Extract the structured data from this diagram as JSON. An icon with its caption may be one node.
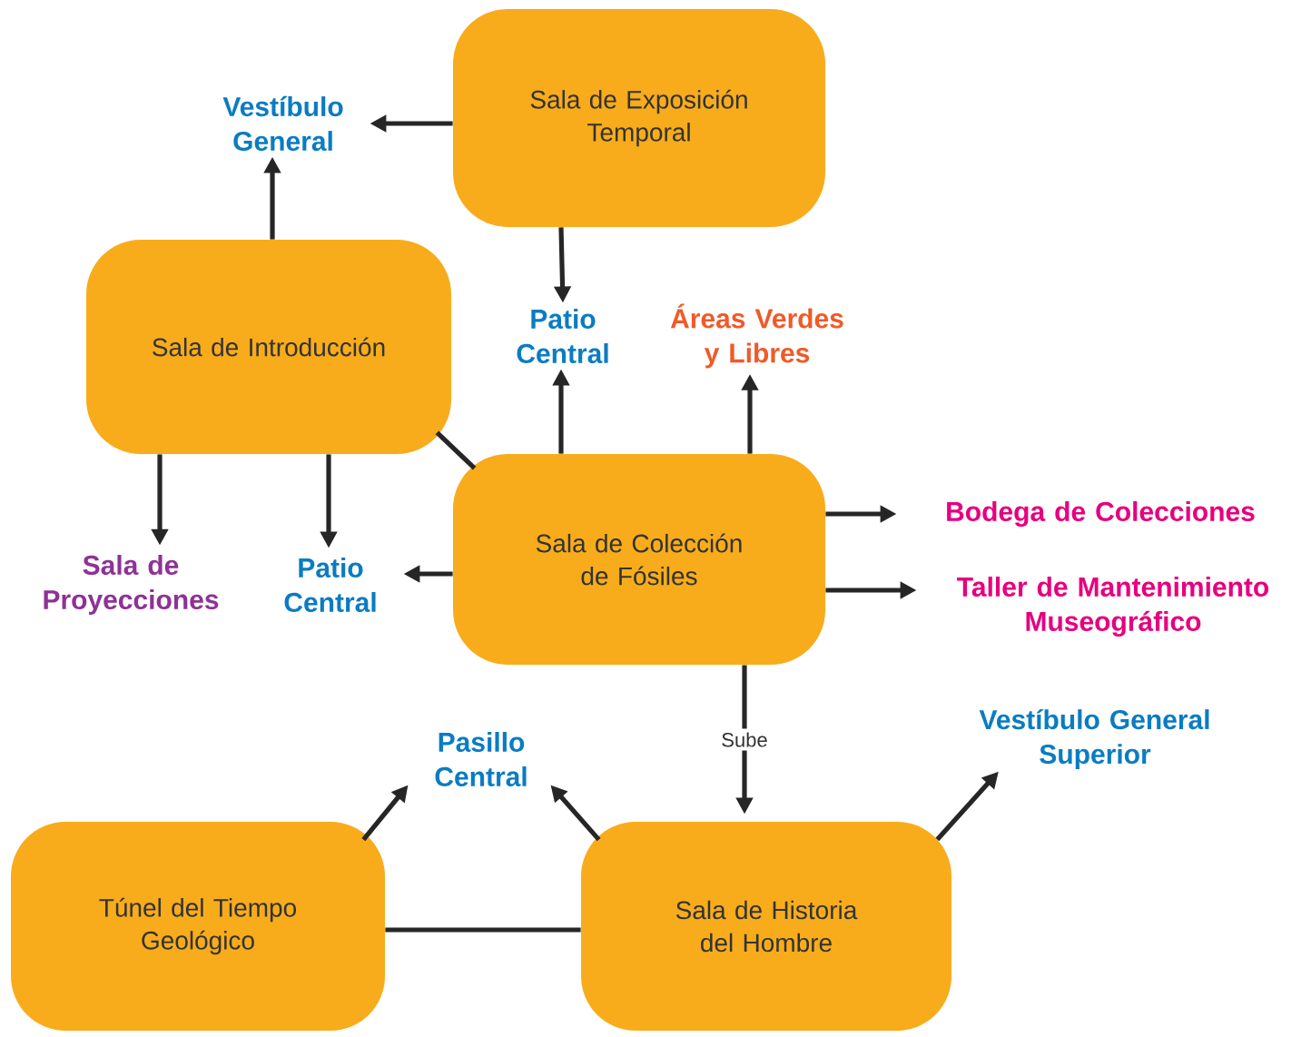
{
  "diagram": {
    "nodes": [
      {
        "text": [
          "Sala de Exposición Temporal"
        ]
      },
      {
        "text": [
          "Vestíbulo General"
        ]
      },
      {
        "text": [
          "Sala de Introducción"
        ]
      },
      {
        "text": [
          "Patio Central"
        ]
      },
      {
        "text": [
          "Áreas Verdes y Libres"
        ]
      },
      {
        "text": [
          "Sala de Colección de Fósiles"
        ]
      },
      {
        "text": [
          "Bodega de Colecciones"
        ]
      },
      {
        "text": [
          "Sala de Proyecciones"
        ]
      },
      {
        "text": [
          "Patio Central"
        ]
      },
      {
        "text": [
          "Taller de Mantenimiento Museográfico"
        ]
      },
      {
        "text": [
          "Pasillo Central"
        ]
      },
      {
        "text": [
          "Vestíbulo General Superior"
        ]
      },
      {
        "text": [
          "Túnel del Tiempo Geológico"
        ]
      },
      {
        "text": [
          "Sala de Historia del Hombre"
        ]
      }
    ],
    "edges": [
      {
        "from": 0,
        "to": 1,
        "arrow": "to"
      },
      {
        "from": 0,
        "to": 3,
        "arrow": "to"
      },
      {
        "from": 2,
        "to": 1,
        "arrow": "to"
      },
      {
        "from": 2,
        "to": 7,
        "arrow": "to"
      },
      {
        "from": 2,
        "to": 8,
        "arrow": "to"
      },
      {
        "from": 2,
        "to": 5,
        "arrow": "none"
      },
      {
        "from": 5,
        "to": 3,
        "arrow": "to"
      },
      {
        "from": 5,
        "to": 4,
        "arrow": "to"
      },
      {
        "from": 5,
        "to": 6,
        "arrow": "to"
      },
      {
        "from": 5,
        "to": 9,
        "arrow": "to"
      },
      {
        "from": 5,
        "to": 8,
        "arrow": "to"
      },
      {
        "from": 5,
        "to": 13,
        "arrow": "to",
        "label": "Sube"
      },
      {
        "from": 12,
        "to": 10,
        "arrow": "to"
      },
      {
        "from": 13,
        "to": 10,
        "arrow": "to"
      },
      {
        "from": 13,
        "to": 11,
        "arrow": "to"
      },
      {
        "from": 12,
        "to": 13,
        "arrow": "none"
      }
    ]
  }
}
